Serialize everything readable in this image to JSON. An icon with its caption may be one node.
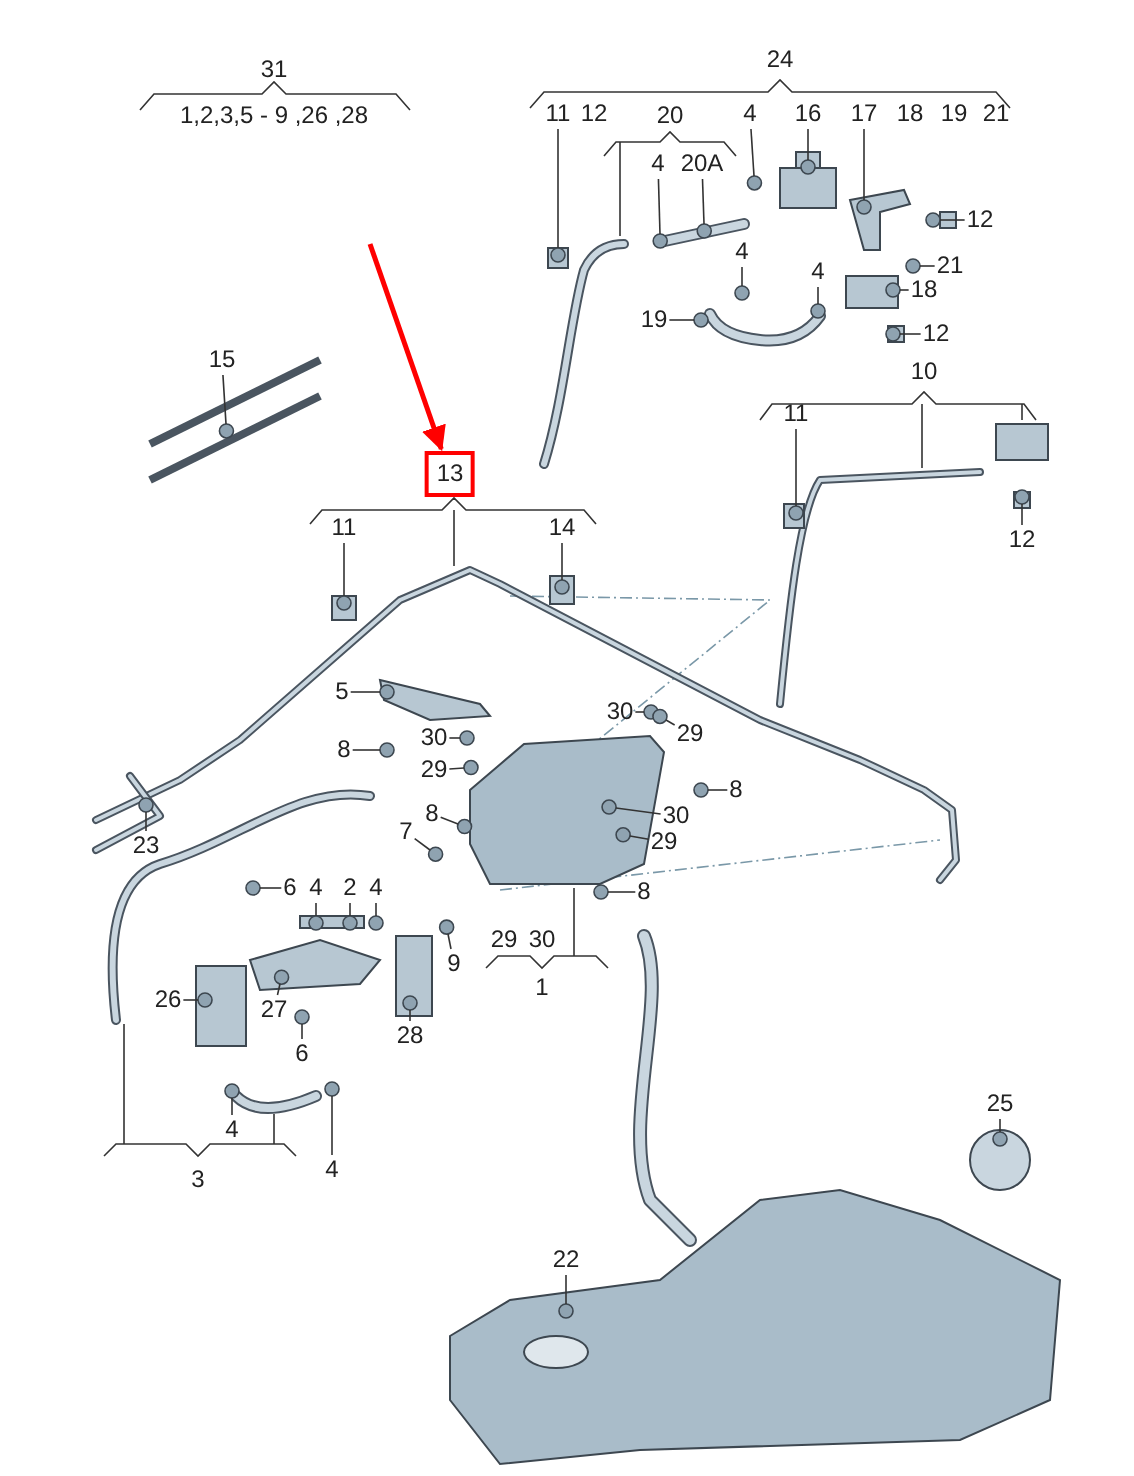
{
  "diagram": {
    "nodes": [
      {
        "text": [
          "11"
        ]
      },
      {
        "text": [
          "4"
        ]
      },
      {
        "text": [
          "16"
        ]
      },
      {
        "text": [
          "17"
        ]
      },
      {
        "text": [
          "4"
        ]
      },
      {
        "text": [
          "20A"
        ]
      },
      {
        "text": [
          "12"
        ]
      },
      {
        "text": [
          "4"
        ]
      },
      {
        "text": [
          "4"
        ]
      },
      {
        "text": [
          "21"
        ]
      },
      {
        "text": [
          "18"
        ]
      },
      {
        "text": [
          "19"
        ]
      },
      {
        "text": [
          "12"
        ]
      },
      {
        "text": [
          "15"
        ]
      },
      {
        "text": [
          "11"
        ]
      },
      {
        "text": [
          "13"
        ]
      },
      {
        "text": [
          "11"
        ]
      },
      {
        "text": [
          "14"
        ]
      },
      {
        "text": [
          "12"
        ]
      },
      {
        "text": [
          "5"
        ]
      },
      {
        "text": [
          "30"
        ]
      },
      {
        "text": [
          "29"
        ]
      },
      {
        "text": [
          "30"
        ]
      },
      {
        "text": [
          "8"
        ]
      },
      {
        "text": [
          "29"
        ]
      },
      {
        "text": [
          "8"
        ]
      },
      {
        "text": [
          "8"
        ]
      },
      {
        "text": [
          "30"
        ]
      },
      {
        "text": [
          "7"
        ]
      },
      {
        "text": [
          "29"
        ]
      },
      {
        "text": [
          "23"
        ]
      },
      {
        "text": [
          "6"
        ]
      },
      {
        "text": [
          "4"
        ]
      },
      {
        "text": [
          "2"
        ]
      },
      {
        "text": [
          "4"
        ]
      },
      {
        "text": [
          "8"
        ]
      },
      {
        "text": [
          "9"
        ]
      },
      {
        "text": [
          "26"
        ]
      },
      {
        "text": [
          "27"
        ]
      },
      {
        "text": [
          "28"
        ]
      },
      {
        "text": [
          "6"
        ]
      },
      {
        "text": [
          "4"
        ]
      },
      {
        "text": [
          "4"
        ]
      },
      {
        "text": [
          "25"
        ]
      },
      {
        "text": [
          "22"
        ]
      },
      {
        "text": [],
        "shape": "circle"
      },
      {
        "text": [],
        "shape": "circle"
      },
      {
        "text": [],
        "shape": "circle"
      },
      {
        "text": [],
        "shape": "circle"
      },
      {
        "text": [],
        "shape": "circle"
      },
      {
        "text": [],
        "shape": "circle"
      },
      {
        "text": [],
        "shape": "circle"
      },
      {
        "text": [],
        "shape": "circle"
      },
      {
        "text": [],
        "shape": "circle"
      },
      {
        "text": [],
        "shape": "circle"
      },
      {
        "text": [],
        "shape": "circle"
      },
      {
        "text": [],
        "shape": "circle"
      },
      {
        "text": [],
        "shape": "circle"
      },
      {
        "text": [],
        "shape": "circle"
      },
      {
        "text": [],
        "shape": "circle"
      },
      {
        "text": [],
        "shape": "circle"
      },
      {
        "text": [],
        "shape": "circle"
      },
      {
        "text": [],
        "shape": "circle"
      },
      {
        "text": [],
        "shape": "circle"
      },
      {
        "text": [],
        "shape": "circle"
      },
      {
        "text": [],
        "shape": "circle"
      },
      {
        "text": [],
        "shape": "circle"
      },
      {
        "text": [],
        "shape": "circle"
      },
      {
        "text": [],
        "shape": "circle"
      },
      {
        "text": [],
        "shape": "circle"
      },
      {
        "text": [],
        "shape": "circle"
      },
      {
        "text": [],
        "shape": "circle"
      },
      {
        "text": [],
        "shape": "circle"
      },
      {
        "text": [],
        "shape": "circle"
      },
      {
        "text": [],
        "shape": "circle"
      },
      {
        "text": [],
        "shape": "circle"
      },
      {
        "text": [],
        "shape": "circle"
      },
      {
        "text": [],
        "shape": "circle"
      },
      {
        "text": [],
        "shape": "circle"
      },
      {
        "text": [],
        "shape": "circle"
      },
      {
        "text": [],
        "shape": "circle"
      },
      {
        "text": [],
        "shape": "circle"
      },
      {
        "text": [],
        "shape": "circle"
      },
      {
        "text": [],
        "shape": "circle"
      },
      {
        "text": [],
        "shape": "circle"
      },
      {
        "text": [],
        "shape": "circle"
      },
      {
        "text": [],
        "shape": "circle"
      },
      {
        "text": [],
        "shape": "circle"
      },
      {
        "text": [],
        "shape": "circle"
      }
    ],
    "edges": [
      {
        "from": 0,
        "to": 45,
        "arrow": "none"
      },
      {
        "from": 1,
        "to": 46,
        "arrow": "none"
      },
      {
        "from": 2,
        "to": 47,
        "arrow": "none"
      },
      {
        "from": 3,
        "to": 48,
        "arrow": "none"
      },
      {
        "from": 4,
        "to": 49,
        "arrow": "none"
      },
      {
        "from": 5,
        "to": 50,
        "arrow": "none"
      },
      {
        "from": 6,
        "to": 51,
        "arrow": "none"
      },
      {
        "from": 7,
        "to": 52,
        "arrow": "none"
      },
      {
        "from": 8,
        "to": 53,
        "arrow": "none"
      },
      {
        "from": 9,
        "to": 54,
        "arrow": "none"
      },
      {
        "from": 10,
        "to": 55,
        "arrow": "none"
      },
      {
        "from": 11,
        "to": 56,
        "arrow": "none"
      },
      {
        "from": 12,
        "to": 57,
        "arrow": "none"
      },
      {
        "from": 13,
        "to": 58,
        "arrow": "none"
      },
      {
        "from": 14,
        "to": 59,
        "arrow": "none"
      },
      {
        "from": 16,
        "to": 60,
        "arrow": "none"
      },
      {
        "from": 17,
        "to": 61,
        "arrow": "none"
      },
      {
        "from": 18,
        "to": 62,
        "arrow": "none"
      },
      {
        "from": 19,
        "to": 63,
        "arrow": "none"
      },
      {
        "from": 20,
        "to": 64,
        "arrow": "none"
      },
      {
        "from": 21,
        "to": 65,
        "arrow": "none"
      },
      {
        "from": 22,
        "to": 66,
        "arrow": "none"
      },
      {
        "from": 23,
        "to": 67,
        "arrow": "none"
      },
      {
        "from": 24,
        "to": 68,
        "arrow": "none"
      },
      {
        "from": 25,
        "to": 69,
        "arrow": "none"
      },
      {
        "from": 26,
        "to": 70,
        "arrow": "none"
      },
      {
        "from": 27,
        "to": 71,
        "arrow": "none"
      },
      {
        "from": 28,
        "to": 72,
        "arrow": "none"
      },
      {
        "from": 29,
        "to": 73,
        "arrow": "none"
      },
      {
        "from": 30,
        "to": 74,
        "arrow": "none"
      },
      {
        "from": 31,
        "to": 75,
        "arrow": "none"
      },
      {
        "from": 32,
        "to": 76,
        "arrow": "none"
      },
      {
        "from": 33,
        "to": 77,
        "arrow": "none"
      },
      {
        "from": 34,
        "to": 78,
        "arrow": "none"
      },
      {
        "from": 35,
        "to": 79,
        "arrow": "none"
      },
      {
        "from": 36,
        "to": 80,
        "arrow": "none"
      },
      {
        "from": 37,
        "to": 81,
        "arrow": "none"
      },
      {
        "from": 38,
        "to": 82,
        "arrow": "none"
      },
      {
        "from": 39,
        "to": 83,
        "arrow": "none"
      },
      {
        "from": 40,
        "to": 84,
        "arrow": "none"
      },
      {
        "from": 41,
        "to": 85,
        "arrow": "none"
      },
      {
        "from": 42,
        "to": 86,
        "arrow": "none"
      },
      {
        "from": 43,
        "to": 87,
        "arrow": "none"
      },
      {
        "from": 44,
        "to": 88,
        "arrow": "none"
      },
      {
        "from": null,
        "to": 15,
        "arrow": "to",
        "style": "thick",
        "color": "#ff0000"
      }
    ],
    "labels": [
      "31",
      "1,2,3,5 - 9 ,26 ,28",
      "24",
      "12",
      "20",
      "18",
      "19",
      "21",
      "10",
      "29",
      "30",
      "1",
      "3"
    ]
  }
}
